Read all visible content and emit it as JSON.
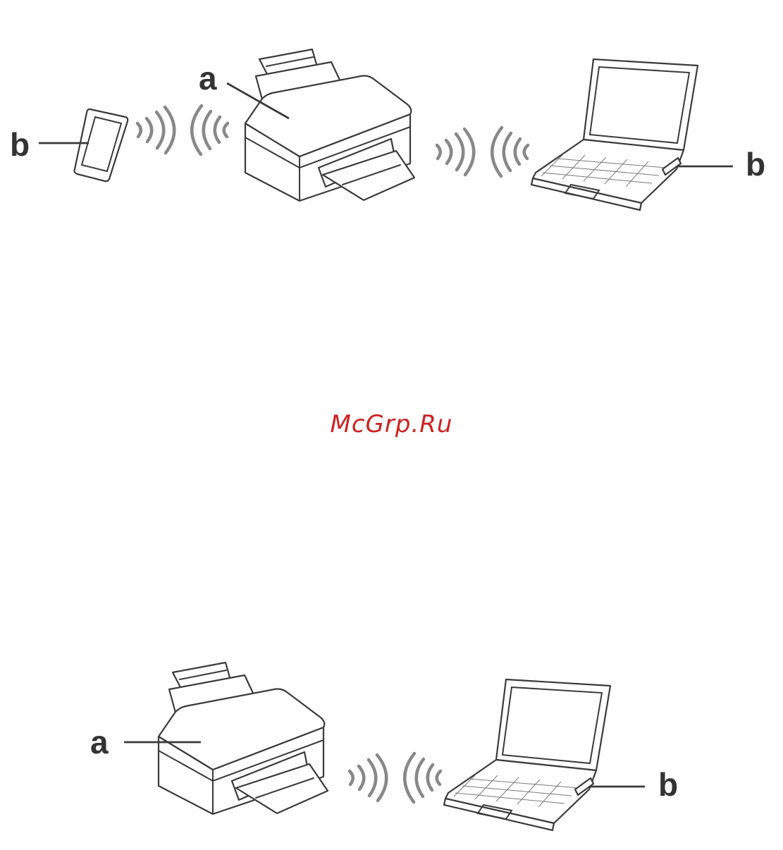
{
  "diagram_top": {
    "printer_label": "a",
    "smartphone_label": "b",
    "laptop_label": "b"
  },
  "diagram_bottom": {
    "printer_label": "a",
    "laptop_label": "b"
  },
  "watermark": "McGrp.Ru",
  "colors": {
    "line": "#3a3a3a",
    "wave": "#888888",
    "label": "#333333",
    "watermark": "#cc2222"
  },
  "icons": [
    "printer-icon",
    "smartphone-icon",
    "laptop-icon",
    "wireless-signal-icon"
  ]
}
